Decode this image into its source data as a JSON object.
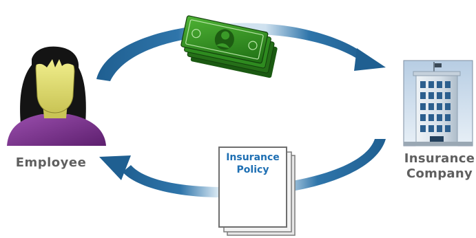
{
  "diagram": {
    "employee": {
      "label": "Employee",
      "icon": "person-icon"
    },
    "company": {
      "label_line1": "Insurance",
      "label_line2": "Company",
      "icon": "office-building-icon"
    },
    "payment": {
      "icon": "money-stack-icon"
    },
    "policy": {
      "title_line1": "Insurance",
      "title_line2": "Policy",
      "icon": "document-icon"
    },
    "colors": {
      "arrow": "#1f5f91",
      "money": "#2e8b1f",
      "label": "#5f5f5f",
      "policy_text": "#1e6fb3",
      "person_face": "#e6e37a",
      "person_body": "#7a2f8c"
    }
  }
}
